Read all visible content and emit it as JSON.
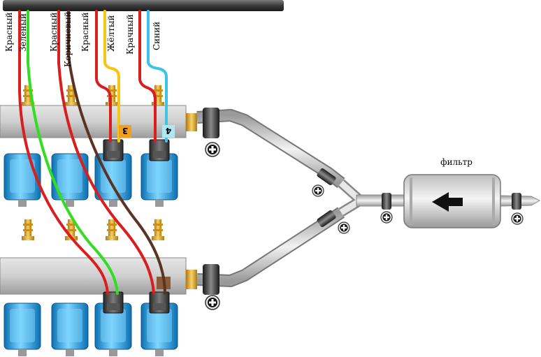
{
  "wire_labels": [
    "Красный",
    "Зеленый",
    "Красный",
    "Коричневый",
    "Красный",
    "Жёлтый",
    "Крачный",
    "Синий"
  ],
  "injector_numbers": [
    "3",
    "4"
  ],
  "filter": {
    "label": "фильтр"
  },
  "colors": {
    "red": "#d81e1e",
    "green": "#33dd22",
    "brown": "#5a3423",
    "yellow": "#f5c518",
    "cyan": "#3cc3e6",
    "injector_blue": "#1aa6e8",
    "rail_gray": "#c9c9c9",
    "fitting_gold": "#e0a92a",
    "badge_orange": "#f0a020",
    "badge_cyan": "#aee8f5"
  }
}
